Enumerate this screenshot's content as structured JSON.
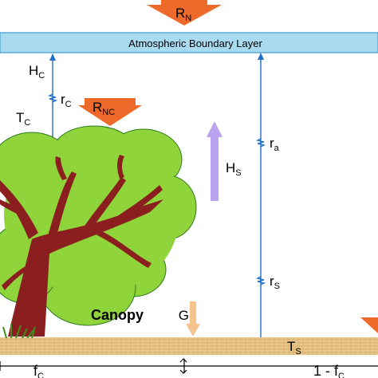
{
  "diagram": {
    "abl_label": "Atmospheric Boundary Layer",
    "rn": {
      "main": "R",
      "sub": "N"
    },
    "rnc": {
      "main": "R",
      "sub": "NC"
    },
    "hc": {
      "main": "H",
      "sub": "C"
    },
    "rc": {
      "main": "r",
      "sub": "C"
    },
    "tc": {
      "main": "T",
      "sub": "C"
    },
    "hs": {
      "main": "H",
      "sub": "S"
    },
    "ra": {
      "main": "r",
      "sub": "a"
    },
    "rs": {
      "main": "r",
      "sub": "S"
    },
    "g": "G",
    "canopy": "Canopy",
    "ts": {
      "main": "T",
      "sub": "S"
    },
    "fc": {
      "main": "f",
      "sub": "C"
    },
    "one_minus_fc": {
      "main": "1 - f",
      "sub": "C"
    }
  },
  "colors": {
    "abl_band": "#a8daf0",
    "abl_border": "#5aa9d6",
    "abl_text": "#1f3f8c",
    "radiation_arrow": "#ee6a2a",
    "flux_line": "#1f6fc9",
    "sensible_arrow": "#b9a3ee",
    "ground_arrow": "#f6c38e",
    "canopy_green": "#8fd43a",
    "canopy_edge": "#2f7a20",
    "trunk": "#8b1e1e",
    "soil": "#e8c58a"
  }
}
